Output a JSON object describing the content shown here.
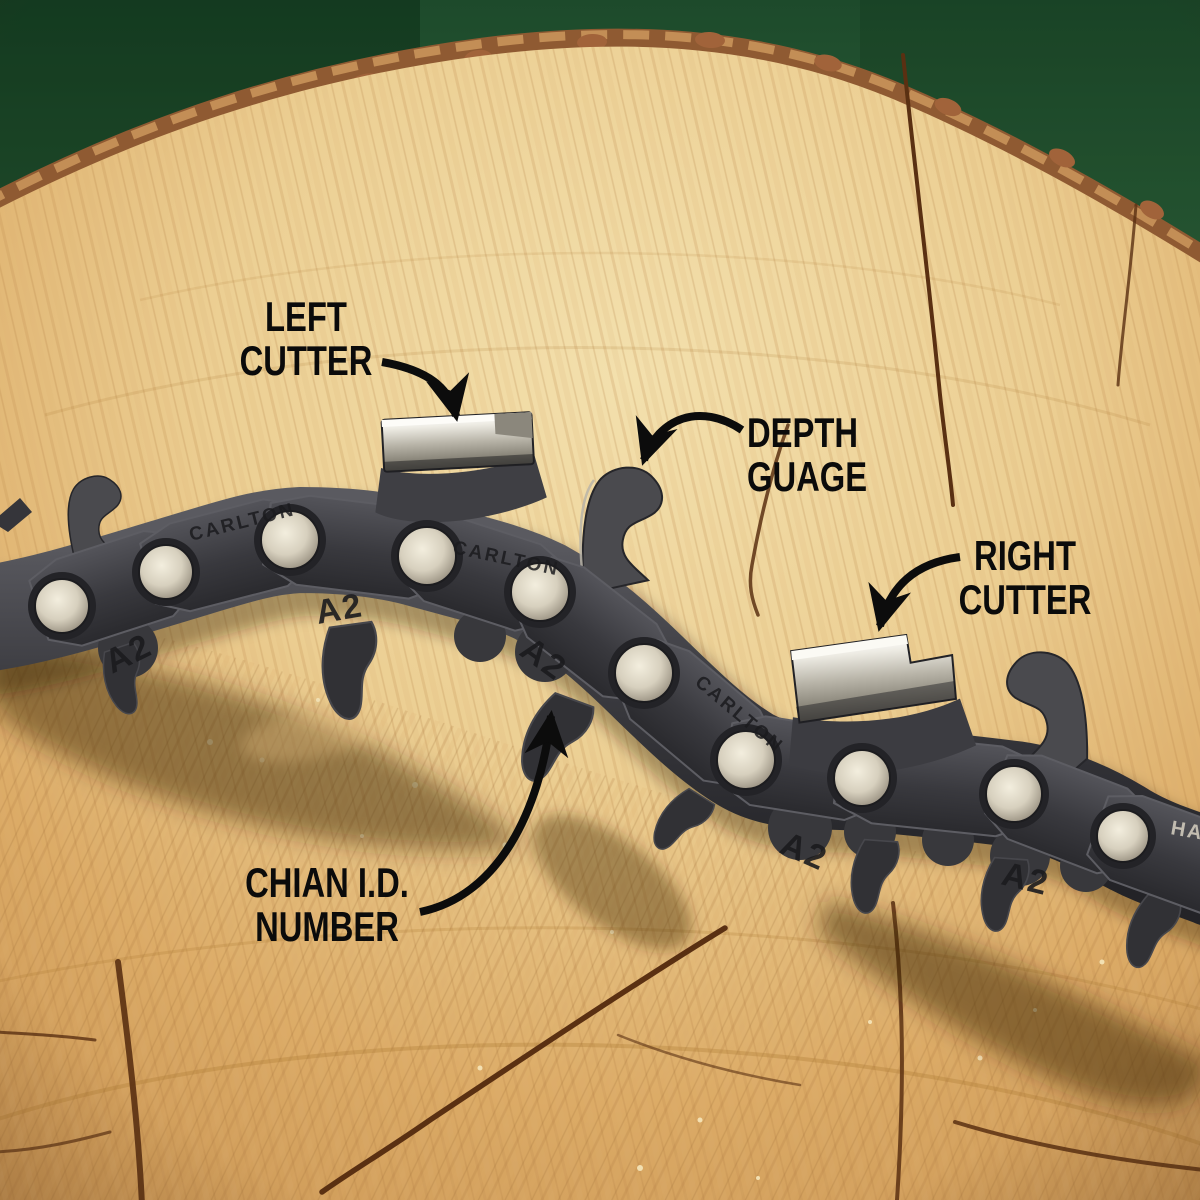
{
  "scene": {
    "description": "Close-up photo of a chainsaw chain lying across the sawn end of a log, grass behind",
    "colors": {
      "grass": "#2b5e38",
      "wood_light": "#f3e0ad",
      "wood_mid": "#e0b271",
      "wood_dark": "#c08a4a",
      "bark": "#8f5a32",
      "chain_dark": "#2e2e32",
      "chain_mid": "#47474c",
      "rivet_light": "#efe9da",
      "chrome_light": "#fbfaf4",
      "label_text": "#0b0b0b"
    }
  },
  "annotations": {
    "left_cutter": {
      "line1": "LEFT",
      "line2": "CUTTER"
    },
    "depth_gauge": {
      "line1": "DEPTH",
      "line2": "GUAGE"
    },
    "right_cutter": {
      "line1": "RIGHT",
      "line2": "CUTTER"
    },
    "chain_id": {
      "line1": "CHIAN I.D.",
      "line2": "NUMBER"
    }
  },
  "chain_stamps": {
    "brand": "CARLTON",
    "id_number": "A2",
    "partial": "HA"
  }
}
